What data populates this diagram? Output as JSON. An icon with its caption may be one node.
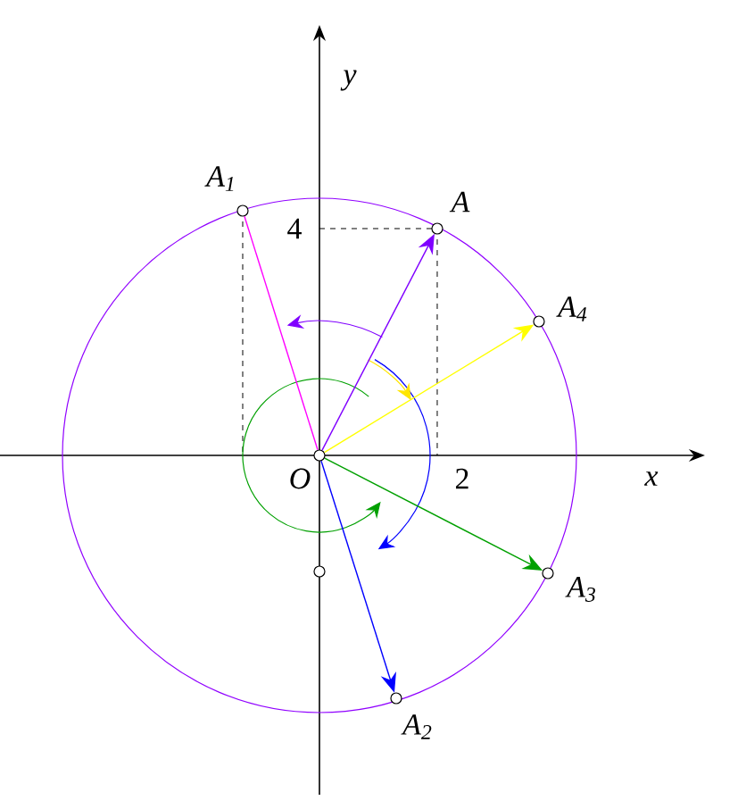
{
  "diagram": {
    "nodes": [
      {
        "text": [
          "O"
        ]
      },
      {
        "text": [
          "A"
        ]
      },
      {
        "text": [
          "A$_{1}$"
        ]
      },
      {
        "text": [
          "A$_{2}$"
        ]
      },
      {
        "text": [
          "A$_{3}$"
        ]
      },
      {
        "text": [
          "A$_{4}$"
        ]
      },
      {
        "text": [],
        "shape": "circle"
      }
    ],
    "edges": [
      {
        "from": 0,
        "to": 1,
        "arrow": "to",
        "color": "#8000ff"
      },
      {
        "from": 0,
        "to": 2,
        "arrow": "none",
        "color": "#ff00ff"
      },
      {
        "from": 0,
        "to": 3,
        "arrow": "to",
        "color": "#0000ff"
      },
      {
        "from": 0,
        "to": 4,
        "arrow": "to",
        "color": "#00a000"
      },
      {
        "from": 0,
        "to": 5,
        "arrow": "to",
        "color": "#ffff00"
      }
    ],
    "labels": [
      "y",
      "4",
      "x",
      "2"
    ]
  }
}
